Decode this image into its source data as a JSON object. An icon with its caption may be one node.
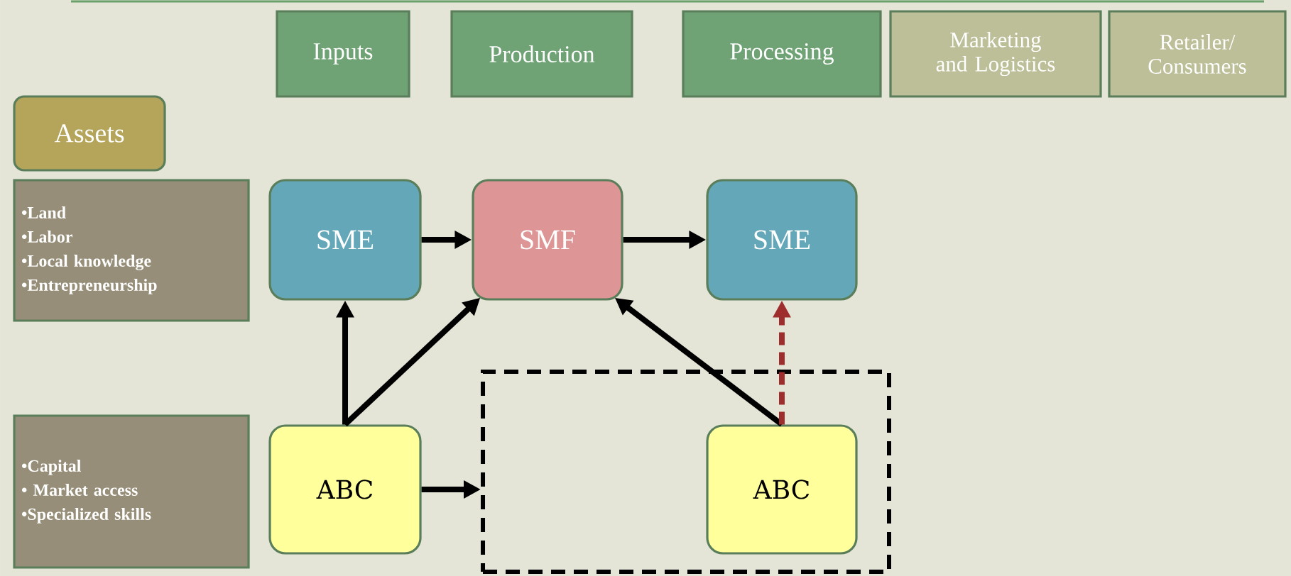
{
  "diagram": {
    "nodes": [
      {
        "text": [
          "Inputs"
        ]
      },
      {
        "text": [
          "Production"
        ]
      },
      {
        "text": [
          "Processing"
        ]
      },
      {
        "text": [
          "Marketing and Logistics"
        ]
      },
      {
        "text": [
          "Retailer/ Consumers"
        ]
      },
      {
        "text": [
          "Assets"
        ]
      },
      {
        "text": [
          "•Land",
          "•Labor",
          "•Local knowledge",
          "•Entrepreneurship"
        ]
      },
      {
        "text": [
          "•Capital",
          "• Market access",
          "•Specialized skills"
        ]
      },
      {
        "text": [
          "SME"
        ]
      },
      {
        "text": [
          "SMF"
        ]
      },
      {
        "text": [
          "SME"
        ]
      },
      {
        "text": [],
        "shape": "box"
      },
      {
        "text": [
          "ABC"
        ]
      },
      {
        "text": [
          "ABC"
        ],
        "in": 11
      }
    ],
    "edges": [
      {
        "from": 8,
        "to": 9,
        "arrow": "to"
      },
      {
        "from": 9,
        "to": 10,
        "arrow": "to"
      },
      {
        "from": 12,
        "to": 8,
        "arrow": "to"
      },
      {
        "from": 12,
        "to": 9,
        "arrow": "to"
      },
      {
        "from": 12,
        "to": 11,
        "arrow": "to"
      },
      {
        "from": 13,
        "to": 9,
        "arrow": "to"
      },
      {
        "from": 13,
        "to": 10,
        "arrow": "to",
        "style": "dashed",
        "color": "#9e2d2d"
      }
    ]
  }
}
